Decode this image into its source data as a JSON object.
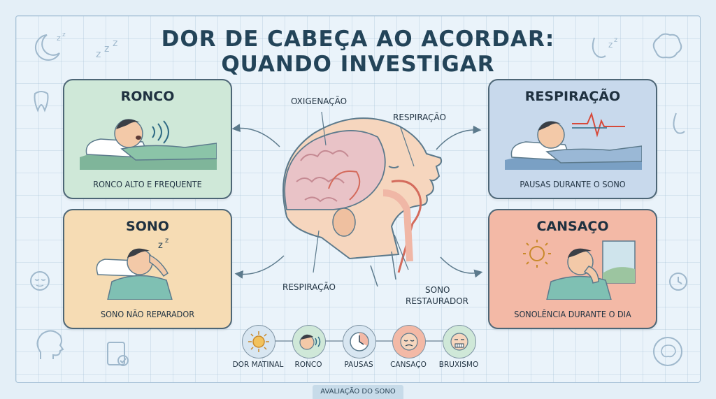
{
  "title": {
    "line1": "DOR DE CABEÇA AO ACORDAR:",
    "line2": "QUANDO INVESTIGAR"
  },
  "cards": {
    "ronco": {
      "heading": "RONCO",
      "caption": "RONCO ALTO E FREQUENTE",
      "color": "#cfe8d8"
    },
    "respiracao": {
      "heading": "RESPIRAÇÃO",
      "caption": "PAUSAS DURANTE O SONO",
      "color": "#c8d9ec"
    },
    "sono": {
      "heading": "SONO",
      "caption": "SONO NÃO REPARADOR",
      "color": "#f6dcb4"
    },
    "cansaco": {
      "heading": "CANSAÇO",
      "caption": "SONOLÊNCIA DURANTE O DIA",
      "color": "#f3b9a6"
    }
  },
  "center_labels": {
    "oxigenacao": "OXIGENAÇÃO",
    "respiracao_top": "RESPIRAÇÃO",
    "respiracao_bottom": "RESPIRAÇÃO",
    "sono_line1": "SONO",
    "sono_line2": "RESTAURADOR"
  },
  "legend": [
    {
      "label": "DOR MATINAL",
      "icon": "sun-icon",
      "color": "#d8e6f1"
    },
    {
      "label": "RONCO",
      "icon": "snoring-face-icon",
      "color": "#cfe8d8"
    },
    {
      "label": "PAUSAS",
      "icon": "clock-icon",
      "color": "#d8e6f1"
    },
    {
      "label": "CANSAÇO",
      "icon": "tired-face-icon",
      "color": "#f3b9a6"
    },
    {
      "label": "BRUXISMO",
      "icon": "grinding-face-icon",
      "color": "#cfe8d8"
    }
  ],
  "footer": "AVALIAÇÃO DO SONO"
}
